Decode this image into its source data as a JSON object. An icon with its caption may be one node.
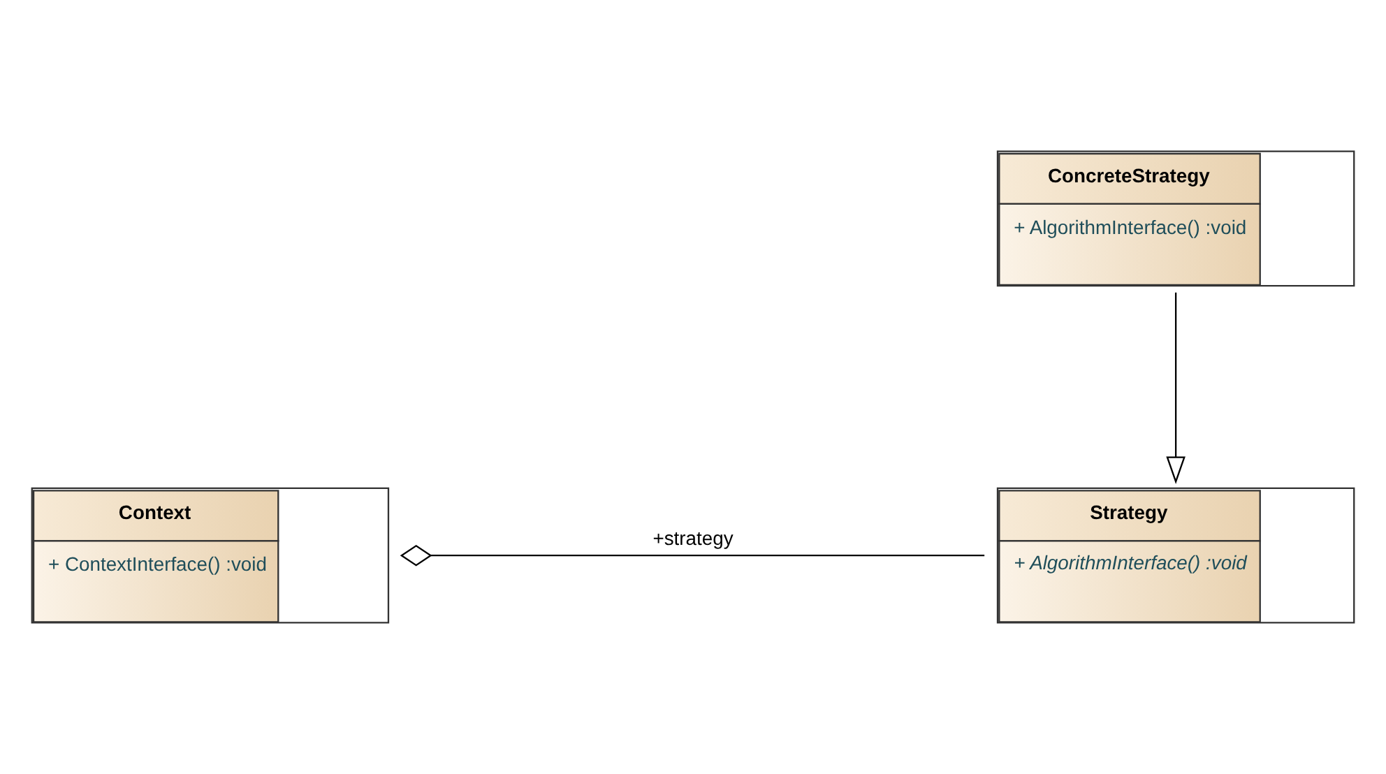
{
  "diagram": {
    "nodes": [
      {
        "text": [
          "Context",
          "+ ContextInterface() :void"
        ]
      },
      {
        "text": [
          "Strategy",
          "+ AlgorithmInterface() :void"
        ]
      },
      {
        "text": [
          "ConcreteStrategy",
          "+ AlgorithmInterface() :void"
        ]
      }
    ],
    "edges": [
      {
        "from": 0,
        "to": 1,
        "arrow": "other",
        "label": "+strategy"
      },
      {
        "from": 2,
        "to": 1,
        "arrow": "to"
      }
    ]
  }
}
